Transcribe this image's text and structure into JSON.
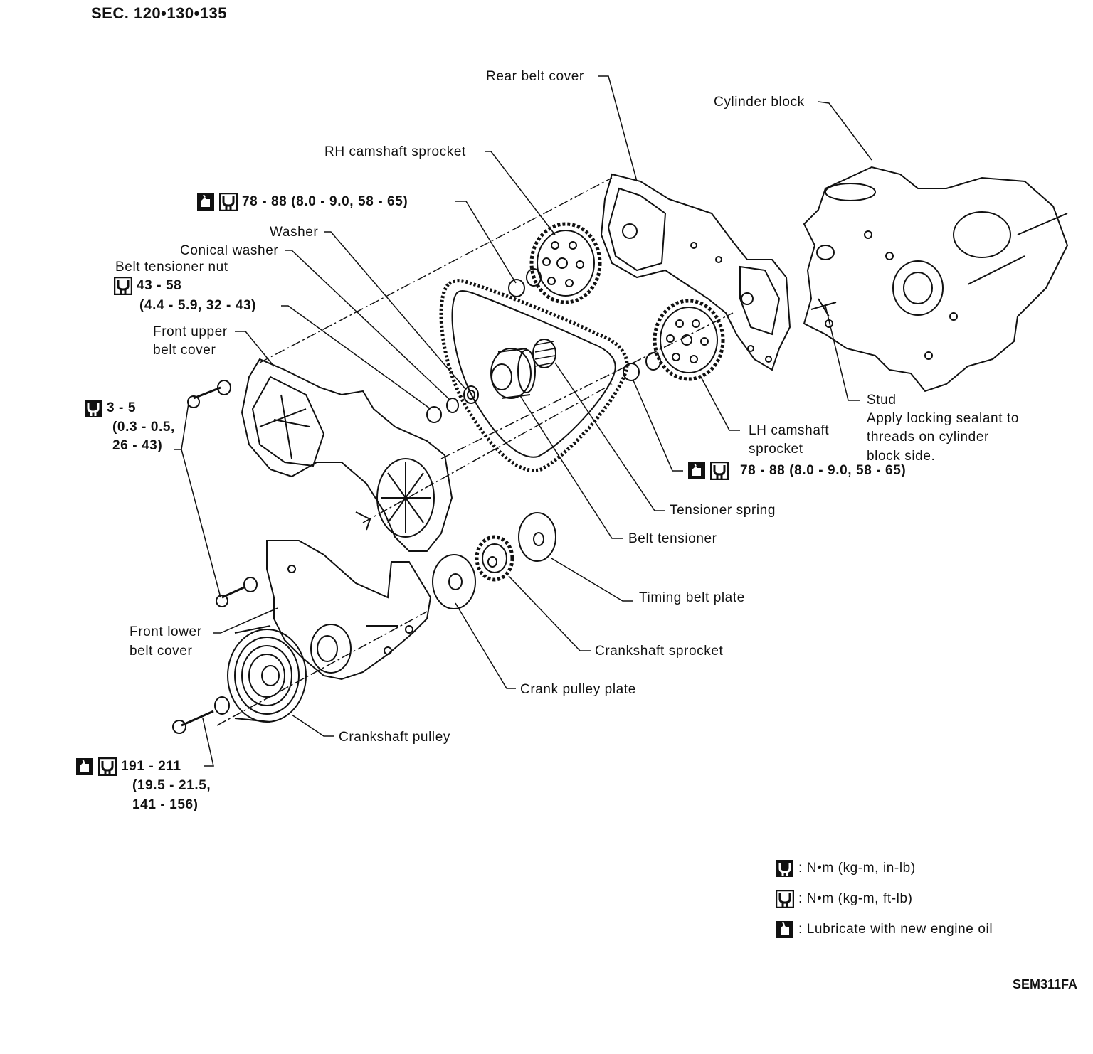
{
  "section": "SEC. 120•130•135",
  "figure_code": "SEM311FA",
  "labels": {
    "rear_belt_cover": "Rear belt cover",
    "cylinder_block": "Cylinder block",
    "rh_camshaft_sprocket": "RH camshaft sprocket",
    "washer": "Washer",
    "conical_washer": "Conical washer",
    "belt_tensioner_nut": "Belt tensioner nut",
    "front_upper_belt_cover_1": "Front upper",
    "front_upper_belt_cover_2": "belt cover",
    "stud": "Stud",
    "stud_note_1": "Apply locking sealant to",
    "stud_note_2": "threads on cylinder",
    "stud_note_3": "block side.",
    "lh_camshaft_sprocket_1": "LH camshaft",
    "lh_camshaft_sprocket_2": "sprocket",
    "tensioner_spring": "Tensioner spring",
    "belt_tensioner": "Belt tensioner",
    "timing_belt_plate": "Timing belt plate",
    "crankshaft_sprocket": "Crankshaft sprocket",
    "crank_pulley_plate": "Crank pulley plate",
    "crankshaft_pulley": "Crankshaft pulley",
    "front_lower_belt_cover_1": "Front lower",
    "front_lower_belt_cover_2": "belt cover"
  },
  "torques": {
    "rh_cam_bolt": "78 - 88 (8.0 - 9.0, 58 - 65)",
    "tensioner_nut_1": "43 - 58",
    "tensioner_nut_2": "(4.4 - 5.9, 32 - 43)",
    "cover_bolts_1": "3 - 5",
    "cover_bolts_2": "(0.3 - 0.5,",
    "cover_bolts_3": "26 - 43)",
    "lh_cam_bolt": "78 - 88 (8.0 - 9.0, 58 - 65)",
    "crank_bolt_1": "191 - 211",
    "crank_bolt_2": "(19.5 - 21.5,",
    "crank_bolt_3": "141 - 156)"
  },
  "legend": {
    "in_lb": ": N•m (kg-m, in-lb)",
    "ft_lb": ": N•m (kg-m, ft-lb)",
    "lubricate": ": Lubricate with new engine oil"
  },
  "icons": {
    "in_lb": "wrench-in-lb-icon",
    "ft_lb": "wrench-ft-lb-icon",
    "lubricate": "oil-can-icon"
  }
}
